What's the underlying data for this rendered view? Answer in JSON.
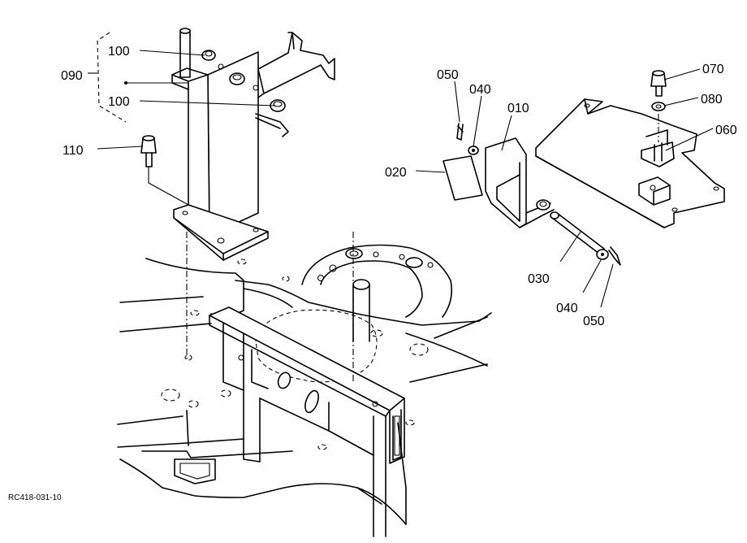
{
  "labels": {
    "p090": "090",
    "p100a": "100",
    "p100b": "100",
    "p110": "110",
    "p050a": "050",
    "p040a": "040",
    "p010": "010",
    "p020": "020",
    "p030": "030",
    "p040b": "040",
    "p050b": "050",
    "p070": "070",
    "p080": "080",
    "p060": "060"
  },
  "reference_code": "RC418-031-10"
}
